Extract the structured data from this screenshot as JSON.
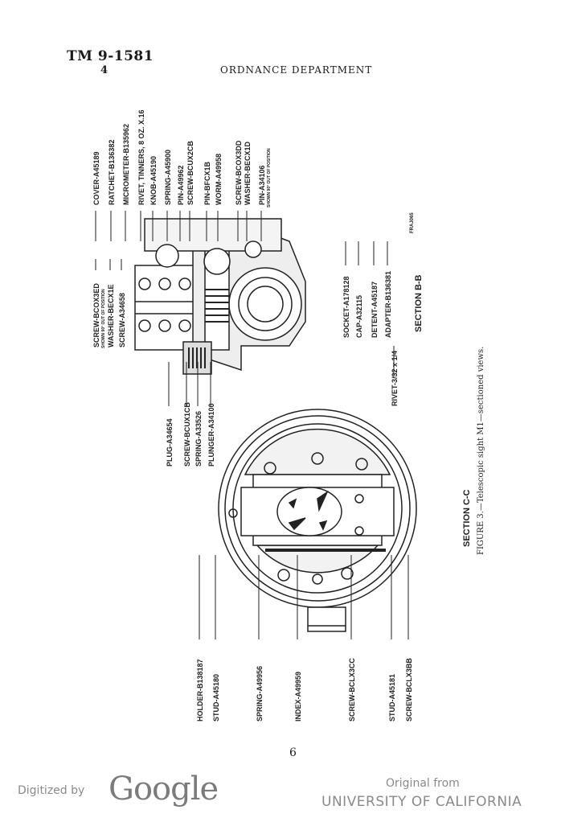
{
  "header": {
    "doc_number": "TM 9-1581",
    "page_label": "4",
    "department": "ORDNANCE DEPARTMENT"
  },
  "diagram": {
    "top_labels": [
      "COVER-A45189",
      "RATCHET-B136382",
      "MICROMETER-B135962",
      "RIVET, TINNERS, 8 OZ. X.16",
      "KNOB-A45190",
      "SPRING-A45900",
      "PIN-A49962",
      "SCREW-BCUX2CB",
      "PIN-BFCX1B",
      "WORM-A49958",
      "SCREW-BCOX3DD",
      "WASHER-BECX1D",
      "PIN-A34106",
      "SHOWN 90° OUT OF POSITION"
    ],
    "left_labels": [
      "SCREW-BCOX3ED",
      "SHOWN 90° OUT OF POSITION",
      "WASHER-BECX1E",
      "SCREW-A34658"
    ],
    "right_labels": [
      "SOCKET-A178128",
      "CAP-A32115",
      "DETENT-A45187",
      "ADAPTER-B136381"
    ],
    "mid_labels": [
      "PLUG-A34654",
      "SCREW-BCUX1CB",
      "SPRING-A33526",
      "PLUNGER-A34100"
    ],
    "rivet_label": "RIVET-3/32 x 1/4",
    "bottom_labels": [
      "HOLDER-B138187",
      "STUD-A45180",
      "SPRING-A49956",
      "INDEX-A49959",
      "SCREW-BCLX3CC",
      "STUD-A45181",
      "SCREW-BCLX3BB"
    ],
    "section_bb": "SECTION B-B",
    "section_cc": "SECTION C-C",
    "ref_code": "FRAJ065",
    "caption": "FIGURE 3.—Telescopic sight M1—sectioned views."
  },
  "folio": "6",
  "footer": {
    "digitized_by": "Digitized by",
    "google": "Google",
    "original_from": "Original from",
    "university": "UNIVERSITY OF CALIFORNIA"
  }
}
